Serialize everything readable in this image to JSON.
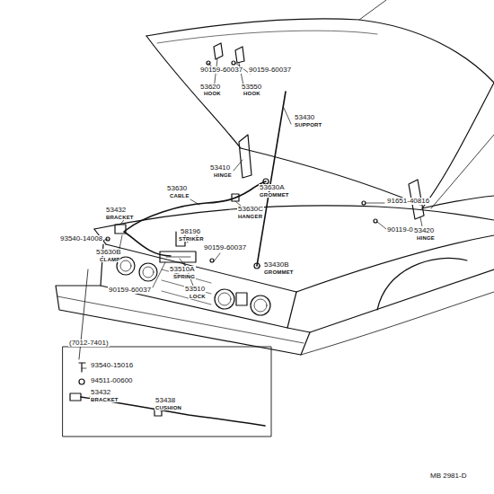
{
  "diagram": {
    "labels": [
      "90159-60037",
      "90159-60037",
      "53620",
      "HOOK",
      "53550",
      "HOOK",
      "53430",
      "SUPPORT",
      "53410",
      "HINGE",
      "53630",
      "CABLE",
      "53630A",
      "GROMMET",
      "53432",
      "BRACKET",
      "53630C",
      "HANGER",
      "91651-40816",
      "93540-14008",
      "58196",
      "STRIKER",
      "90159-60037",
      "90119-08044",
      "53630B",
      "CLAMP",
      "53510A",
      "SPRING",
      "53430B",
      "GROMMET",
      "53420",
      "HINGE",
      "90159-60037",
      "53510",
      "LOCK",
      "(7012-7401)",
      "93540-15016",
      "94511-00600",
      "53432",
      "BRACKET",
      "53438",
      "CUSHION",
      "MB 2981-D"
    ]
  }
}
